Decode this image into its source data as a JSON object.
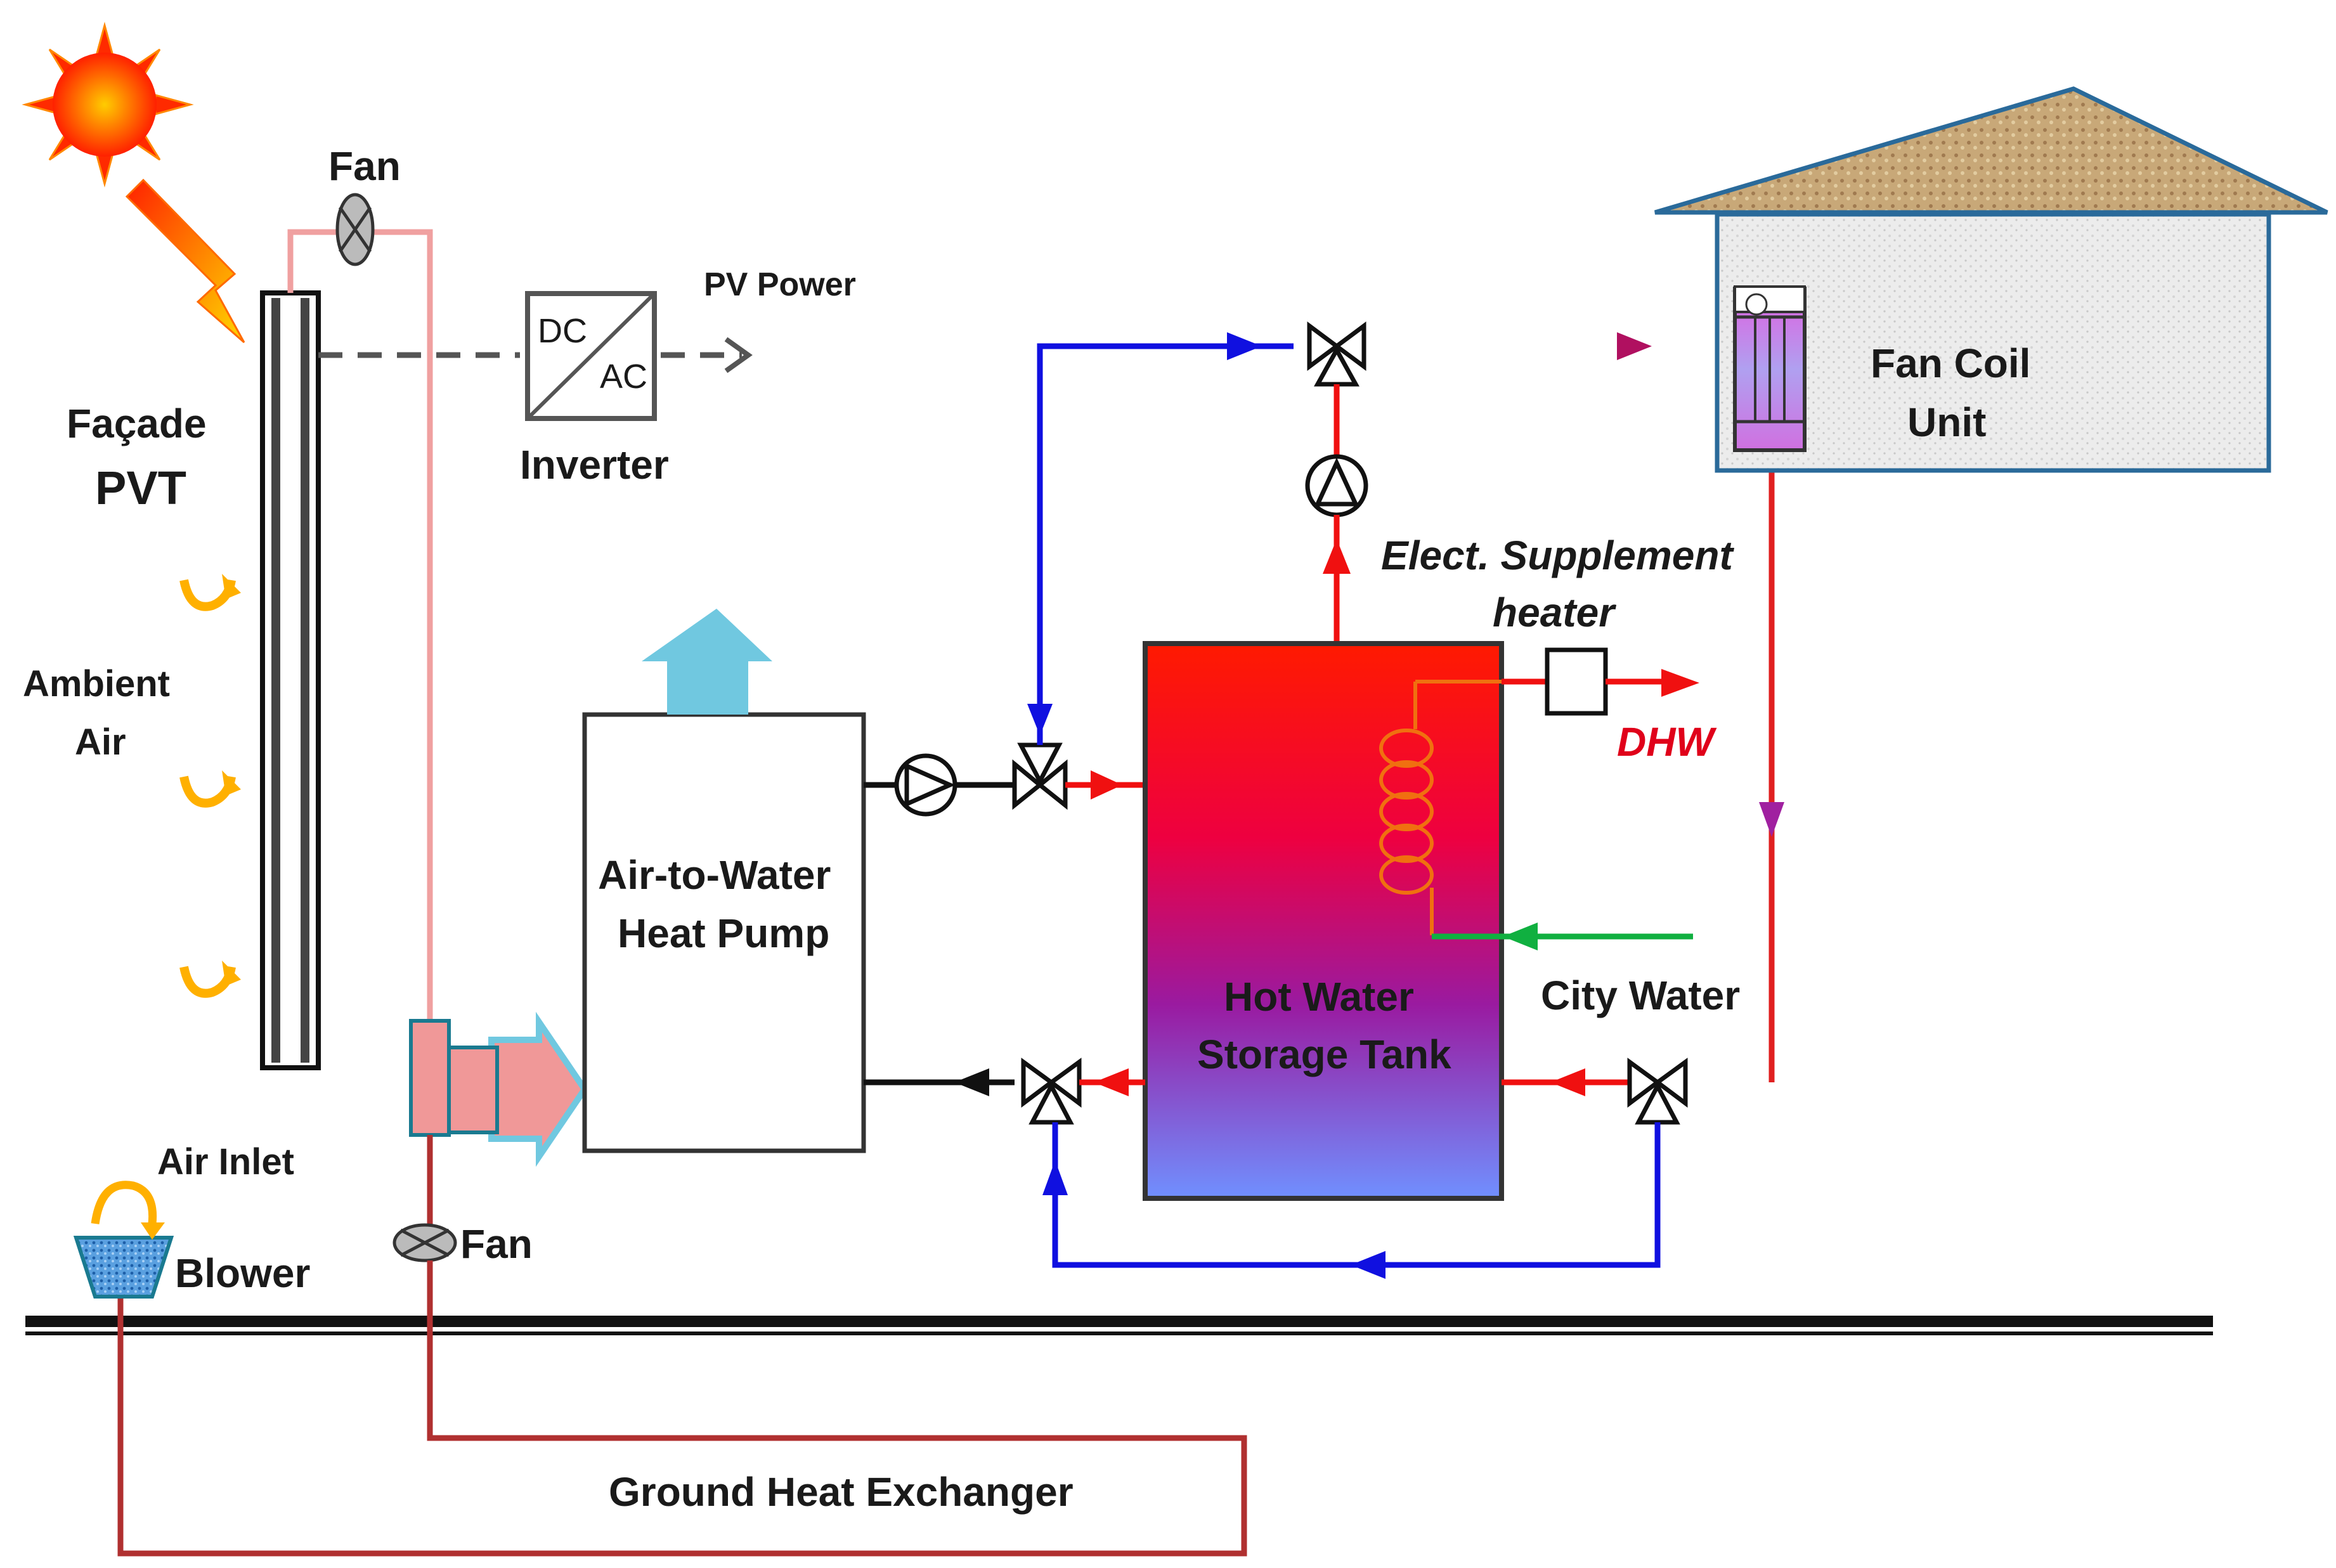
{
  "labels": {
    "fan_top": "Fan",
    "fan_bottom": "Fan",
    "facade_line1": "Façade",
    "facade_line2": "PVT",
    "ambient_line1": "Ambient",
    "ambient_line2": "Air",
    "air_inlet": "Air Inlet",
    "blower": "Blower",
    "pv_power": "PV Power",
    "inverter": "Inverter",
    "inverter_dc": "DC",
    "inverter_ac": "AC",
    "heat_pump_line1": "Air-to-Water",
    "heat_pump_line2": "Heat Pump",
    "tank_line1": "Hot Water",
    "tank_line2": "Storage Tank",
    "supplement_line1": "Elect. Supplement",
    "supplement_line2": "heater",
    "dhw": "DHW",
    "city_water": "City Water",
    "fan_coil_line1": "Fan Coil",
    "fan_coil_line2": "Unit",
    "ground_hx": "Ground Heat Exchanger"
  },
  "colors": {
    "supply_red": "#f01010",
    "return_blue": "#1010e0",
    "air_duct_pink": "#f0a0a0",
    "ground_loop": "#b03030",
    "city_water_green": "#10b040",
    "sun": "#ff3000",
    "sun_glow": "#ffcc00",
    "warm_air_arrow": "#ffbb00",
    "exhaust_arrow": "#70c8e0",
    "roof": "#c8a878",
    "house_wall": "#e8e8e8",
    "ground_line": "#111111",
    "tank_top": "#ff1000",
    "tank_mid": "#8020a0",
    "tank_bottom": "#7090ff"
  },
  "icons": [
    "sun-icon",
    "fan-icon",
    "pump-icon",
    "three-way-valve-icon",
    "heater-coil-icon",
    "blower-icon",
    "fan-coil-icon",
    "inverter-icon"
  ]
}
